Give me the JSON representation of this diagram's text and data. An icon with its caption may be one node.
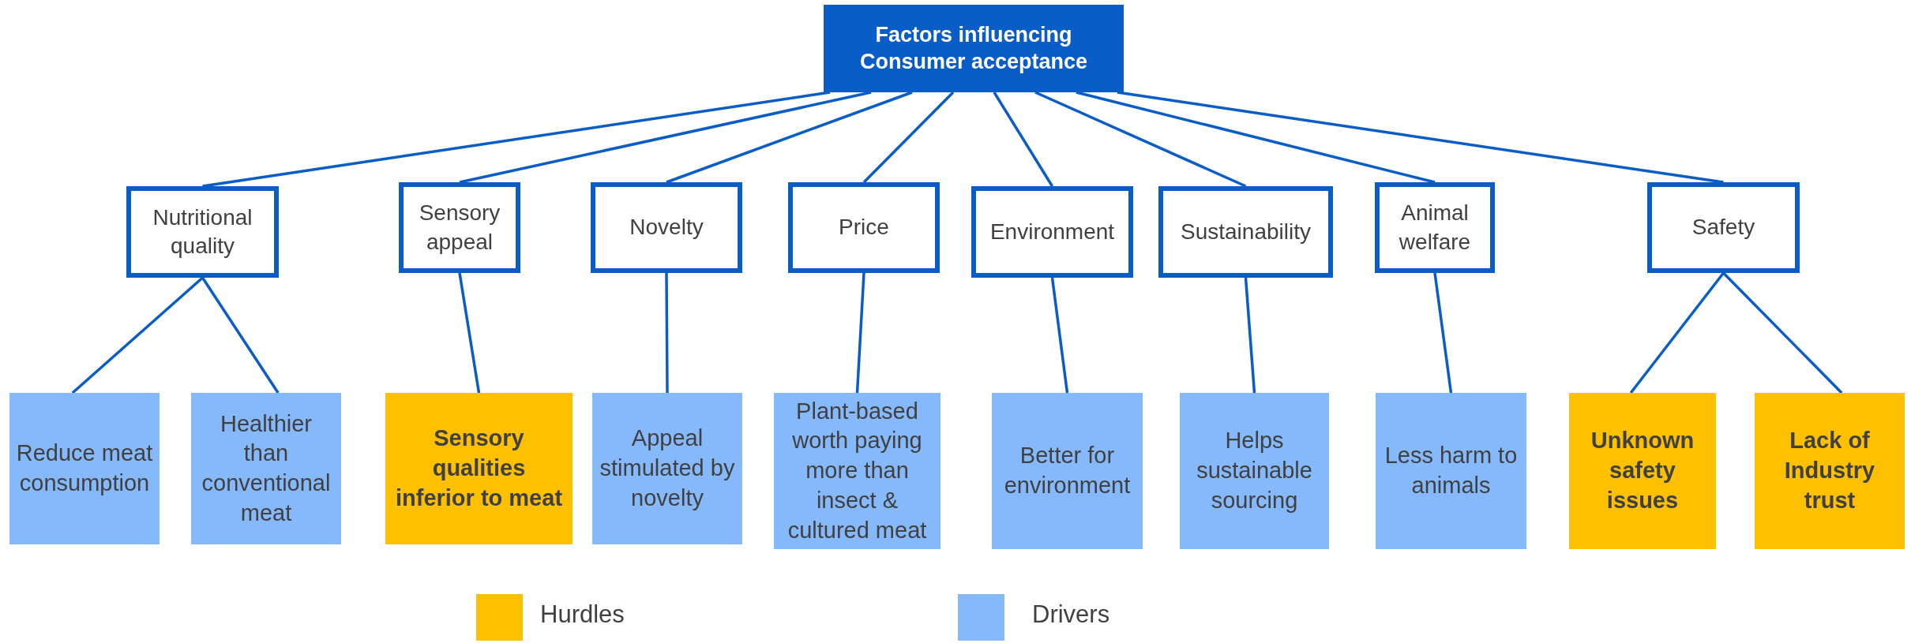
{
  "diagram": {
    "nodes": [
      {
        "text": [
          "Factors influencing Consumer acceptance"
        ]
      },
      {
        "text": [
          "Nutritional quality"
        ]
      },
      {
        "text": [
          "Sensory appeal"
        ]
      },
      {
        "text": [
          "Novelty"
        ]
      },
      {
        "text": [
          "Price"
        ]
      },
      {
        "text": [
          "Environment"
        ]
      },
      {
        "text": [
          "Sustainability"
        ]
      },
      {
        "text": [
          "Animal welfare"
        ]
      },
      {
        "text": [
          "Safety"
        ]
      },
      {
        "text": [
          "Reduce meat consumption"
        ]
      },
      {
        "text": [
          "Healthier than conventional meat"
        ]
      },
      {
        "text": [
          "Sensory qualities inferior to meat"
        ]
      },
      {
        "text": [
          "Appeal stimulated by novelty"
        ]
      },
      {
        "text": [
          "Plant-based worth paying more than insect & cultured meat"
        ]
      },
      {
        "text": [
          "Better for environment"
        ]
      },
      {
        "text": [
          "Helps sustainable sourcing"
        ]
      },
      {
        "text": [
          "Less harm to animals"
        ]
      },
      {
        "text": [
          "Unknown safety issues"
        ]
      },
      {
        "text": [
          "Lack of Industry trust"
        ]
      }
    ],
    "edges": [
      {
        "from": 0,
        "to": 1,
        "arrow": "none"
      },
      {
        "from": 0,
        "to": 2,
        "arrow": "none"
      },
      {
        "from": 0,
        "to": 3,
        "arrow": "none"
      },
      {
        "from": 0,
        "to": 4,
        "arrow": "none"
      },
      {
        "from": 0,
        "to": 5,
        "arrow": "none"
      },
      {
        "from": 0,
        "to": 6,
        "arrow": "none"
      },
      {
        "from": 0,
        "to": 7,
        "arrow": "none"
      },
      {
        "from": 0,
        "to": 8,
        "arrow": "none"
      },
      {
        "from": 1,
        "to": 9,
        "arrow": "none"
      },
      {
        "from": 1,
        "to": 10,
        "arrow": "none"
      },
      {
        "from": 2,
        "to": 11,
        "arrow": "none"
      },
      {
        "from": 3,
        "to": 12,
        "arrow": "none"
      },
      {
        "from": 4,
        "to": 13,
        "arrow": "none"
      },
      {
        "from": 5,
        "to": 14,
        "arrow": "none"
      },
      {
        "from": 6,
        "to": 15,
        "arrow": "none"
      },
      {
        "from": 7,
        "to": 16,
        "arrow": "none"
      },
      {
        "from": 8,
        "to": 17,
        "arrow": "none"
      },
      {
        "from": 8,
        "to": 18,
        "arrow": "none"
      }
    ],
    "legend": [
      {
        "text": "Hurdles",
        "color": "#ffc000"
      },
      {
        "text": "Drivers",
        "color": "#85b9fb"
      }
    ]
  }
}
